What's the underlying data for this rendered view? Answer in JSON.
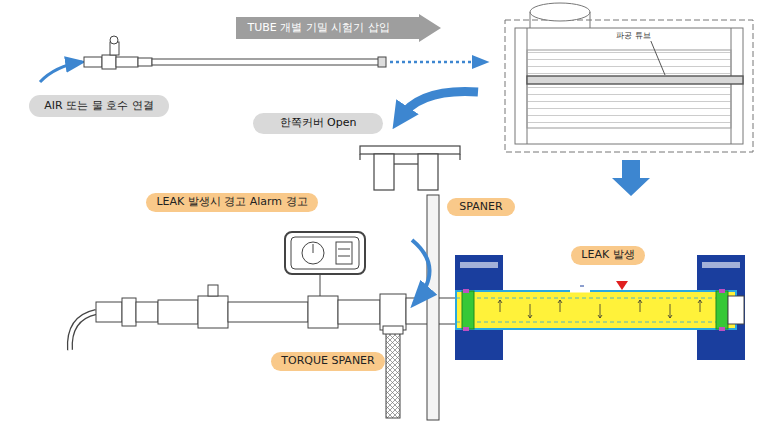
{
  "diagram": {
    "nodes": [
      {
        "text": [
          "TUBE 개별 기밀 시험기 삽입"
        ]
      },
      {
        "text": [
          "AIR 또는 물 호수 연결"
        ]
      },
      {
        "text": [
          "한쪽커버 Open"
        ]
      },
      {
        "text": [
          "LEAK 발생시 경고 Alarm 경고"
        ]
      },
      {
        "text": [
          "SPANER"
        ]
      },
      {
        "text": [
          "LEAK 발생"
        ]
      },
      {
        "text": [
          "TORQUE SPANER"
        ]
      }
    ],
    "labels": [
      "파공 튜브"
    ]
  }
}
